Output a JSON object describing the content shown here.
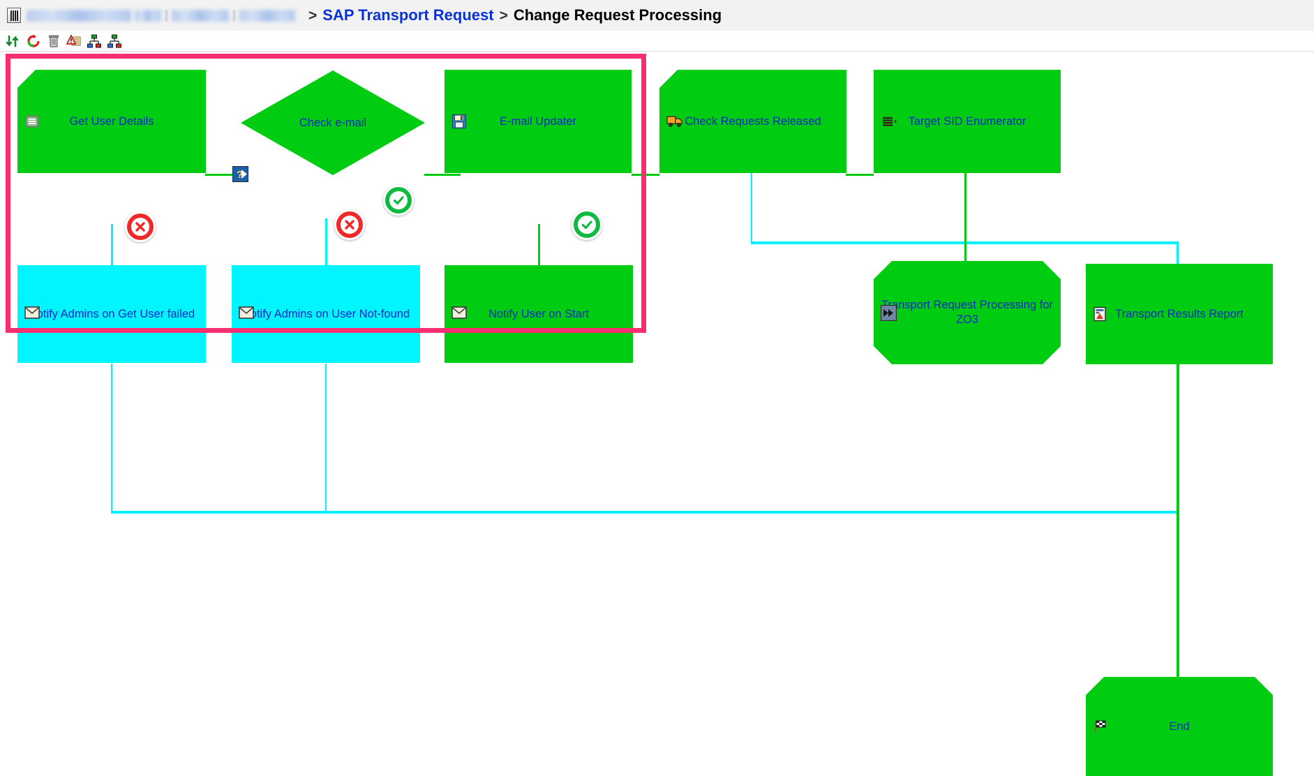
{
  "header": {
    "app_icon": "app-window-icon",
    "redacted_crumbs": [
      {
        "name": "redacted-crumb-1",
        "width": 150
      },
      {
        "name": "redacted-crumb-2",
        "width": 38
      },
      {
        "name": "redacted-crumb-3",
        "width": 82
      },
      {
        "name": "redacted-crumb-4",
        "width": 80
      }
    ],
    "separator": ">",
    "link_label": "SAP Transport Request",
    "current_label": "Change Request Processing"
  },
  "toolbar": {
    "buttons": [
      {
        "name": "sync-arrows-icon",
        "title": "Refresh"
      },
      {
        "name": "circular-refresh-icon",
        "title": "Reload"
      },
      {
        "name": "trash-icon",
        "title": "Delete"
      },
      {
        "name": "alert-script-icon",
        "title": "Logs"
      },
      {
        "name": "hierarchy-icon-1",
        "title": "Expand Tree"
      },
      {
        "name": "hierarchy-icon-2",
        "title": "Collapse Tree"
      }
    ]
  },
  "colors": {
    "node_green": "#00cc11",
    "node_cyan": "#00f5ff",
    "label_blue": "#1028c8",
    "selection_pink": "#f72f71",
    "connector_green": "#00cc11",
    "connector_cyan": "#00f0ff",
    "error_red": "#ef2828",
    "success_green": "#10b93f",
    "link_blue": "#0a33d6"
  },
  "diagram": {
    "title": "Change Request Processing",
    "type": "process-flow",
    "nodes": [
      {
        "id": "get-user-details",
        "label": "Get User Details",
        "icon": "list-document-icon",
        "status": "green",
        "shape": "clipped-top-left"
      },
      {
        "id": "check-email",
        "label": "Check e-mail",
        "icon": "decision-question-icon",
        "status": "green",
        "shape": "diamond"
      },
      {
        "id": "email-updater",
        "label": "E-mail Updater",
        "icon": "floppy-save-icon",
        "status": "green",
        "shape": "rectangle"
      },
      {
        "id": "check-requests-released",
        "label": "Check Requests Released",
        "icon": "truck-icon",
        "status": "green",
        "shape": "clipped-top-left"
      },
      {
        "id": "target-sid-enumerator",
        "label": "Target SID Enumerator",
        "icon": "list-lines-icon",
        "status": "green",
        "shape": "rectangle"
      },
      {
        "id": "notify-admins-get-user-failed",
        "label": "Notify Admins on Get User failed",
        "icon": "envelope-icon",
        "status": "cyan",
        "shape": "rectangle"
      },
      {
        "id": "notify-admins-user-not-found",
        "label": "Notify Admins on User Not-found",
        "icon": "envelope-icon",
        "status": "cyan",
        "shape": "rectangle"
      },
      {
        "id": "notify-user-on-start",
        "label": "Notify User on Start",
        "icon": "envelope-icon",
        "status": "green",
        "shape": "rectangle"
      },
      {
        "id": "transport-request-processing-zo3",
        "label": "Transport Request Processing for ZO3",
        "icon": "fast-forward-icon",
        "status": "green",
        "shape": "octagon"
      },
      {
        "id": "transport-results-report",
        "label": "Transport Results Report",
        "icon": "report-chart-icon",
        "status": "green",
        "shape": "rectangle"
      },
      {
        "id": "end",
        "label": "End",
        "icon": "checkered-flag-icon",
        "status": "green",
        "shape": "clipped-top"
      }
    ],
    "badges": [
      {
        "id": "badge-get-user-failed",
        "kind": "error",
        "glyph": "✕",
        "for": "get-user-details"
      },
      {
        "id": "badge-user-not-found",
        "kind": "error",
        "glyph": "✕",
        "for": "check-email"
      },
      {
        "id": "badge-email-ok",
        "kind": "success",
        "glyph": "✓",
        "for": "check-email"
      },
      {
        "id": "badge-notify-user-ok",
        "kind": "success",
        "glyph": "✓",
        "for": "email-updater"
      }
    ],
    "selection": {
      "name": "selection-frame",
      "label": ""
    }
  }
}
